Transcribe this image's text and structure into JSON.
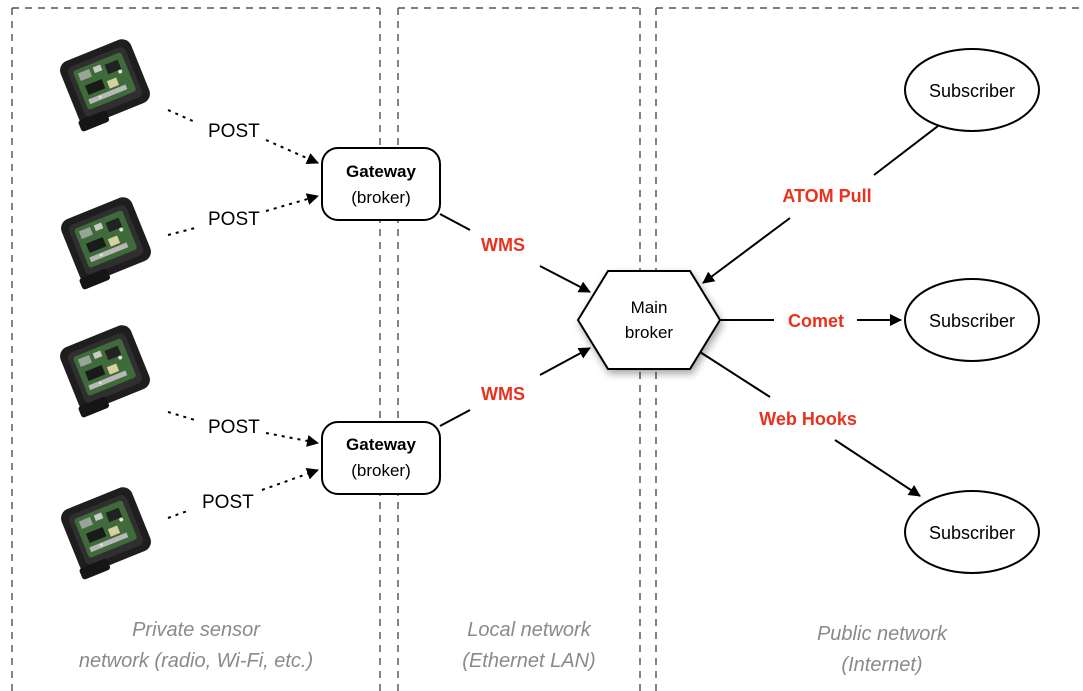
{
  "zones": {
    "private": {
      "line1": "Private sensor",
      "line2": "network (radio, Wi-Fi, etc.)"
    },
    "local": {
      "line1": "Local network",
      "line2": "(Ethernet LAN)"
    },
    "public": {
      "line1": "Public network",
      "line2": "(Internet)"
    }
  },
  "sensor_links": [
    "POST",
    "POST",
    "POST",
    "POST"
  ],
  "gateways": [
    {
      "title": "Gateway",
      "subtitle": "(broker)"
    },
    {
      "title": "Gateway",
      "subtitle": "(broker)"
    }
  ],
  "main_broker": {
    "line1": "Main",
    "line2": "broker"
  },
  "protocols": {
    "wms_top": "WMS",
    "wms_bottom": "WMS",
    "atom": "ATOM Pull",
    "comet": "Comet",
    "webhooks": "Web Hooks"
  },
  "subscribers": [
    "Subscriber",
    "Subscriber",
    "Subscriber"
  ],
  "colors": {
    "protocol": "#e8321e",
    "zone_label": "#8a8a8a",
    "device_body": "#1e1e1e",
    "device_board": "#3f6b3a"
  }
}
